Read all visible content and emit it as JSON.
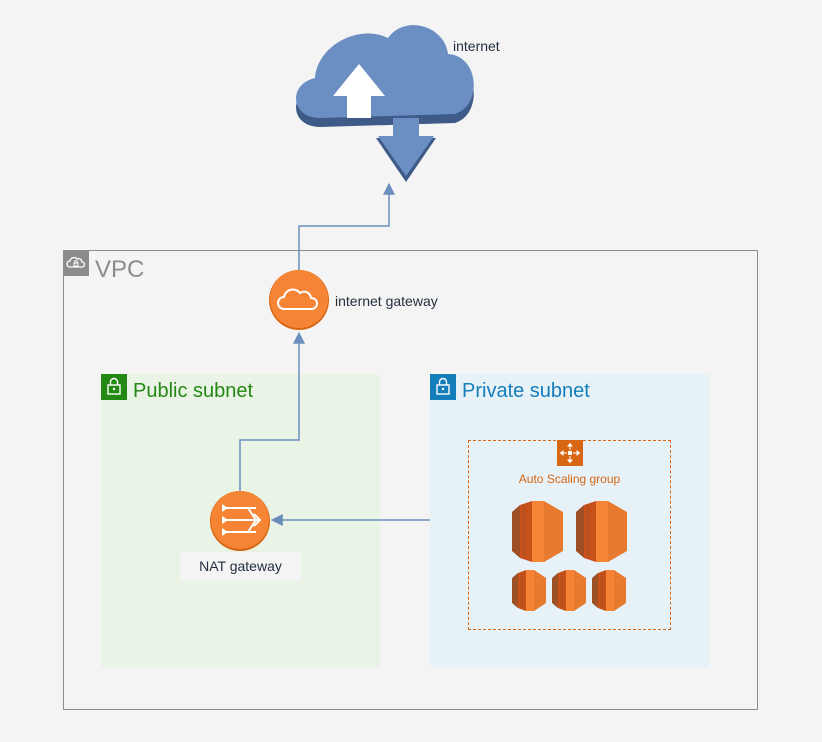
{
  "internet": {
    "label": "internet"
  },
  "vpc": {
    "label": "VPC"
  },
  "internet_gateway": {
    "label": "internet gateway"
  },
  "public_subnet": {
    "label": "Public subnet"
  },
  "private_subnet": {
    "label": "Private subnet"
  },
  "nat_gateway": {
    "label": "NAT gateway"
  },
  "auto_scaling_group": {
    "label": "Auto Scaling group",
    "large_instances": 2,
    "small_instances": 3
  },
  "colors": {
    "cloud": "#6b8ec3",
    "cloud_shadow": "#3e5a86",
    "connector": "#6c8ebf",
    "aws_orange": "#f58534",
    "public_green": "#248814",
    "private_blue": "#147eba",
    "vpc_gray": "#8c8c8c",
    "asg_orange": "#d86613"
  }
}
